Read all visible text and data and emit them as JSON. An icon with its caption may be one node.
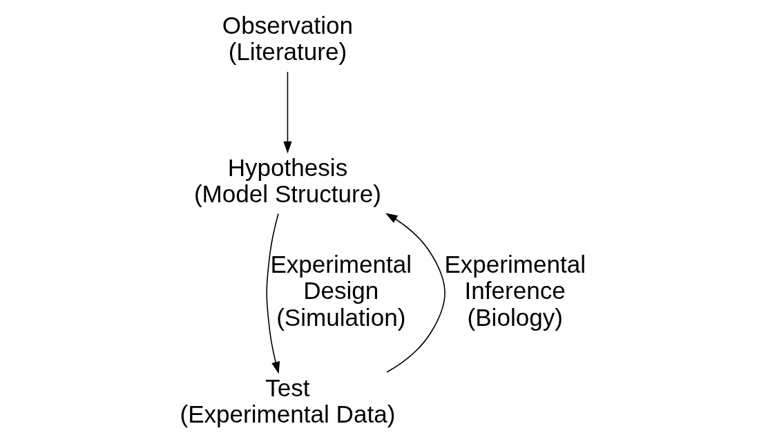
{
  "diagram": {
    "nodes": [
      {
        "text": [
          "Observation",
          "(Literature)"
        ]
      },
      {
        "text": [
          "Hypothesis",
          "(Model Structure)"
        ]
      },
      {
        "text": [
          "Test",
          "(Experimental Data)"
        ]
      }
    ],
    "edges": [
      {
        "from": 0,
        "to": 1,
        "arrow": "to"
      },
      {
        "from": 1,
        "to": 2,
        "arrow": "to",
        "label": "Experimental Design (Simulation)"
      },
      {
        "from": 2,
        "to": 1,
        "arrow": "to",
        "label": "Experimental Inference (Biology)"
      }
    ]
  }
}
